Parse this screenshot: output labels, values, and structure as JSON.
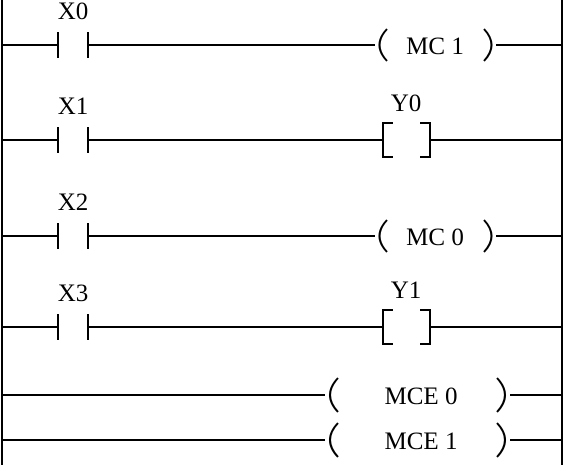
{
  "rungs": [
    {
      "contact": "X0",
      "coil_kind": "round",
      "coil_text": "MC 1"
    },
    {
      "contact": "X1",
      "coil_kind": "box",
      "coil_label": "Y0"
    },
    {
      "contact": "X2",
      "coil_kind": "round",
      "coil_text": "MC 0"
    },
    {
      "contact": "X3",
      "coil_kind": "box",
      "coil_label": "Y1"
    },
    {
      "coil_kind": "wide",
      "coil_text": "MCE 0"
    },
    {
      "coil_kind": "wide",
      "coil_text": "MCE 1"
    }
  ]
}
